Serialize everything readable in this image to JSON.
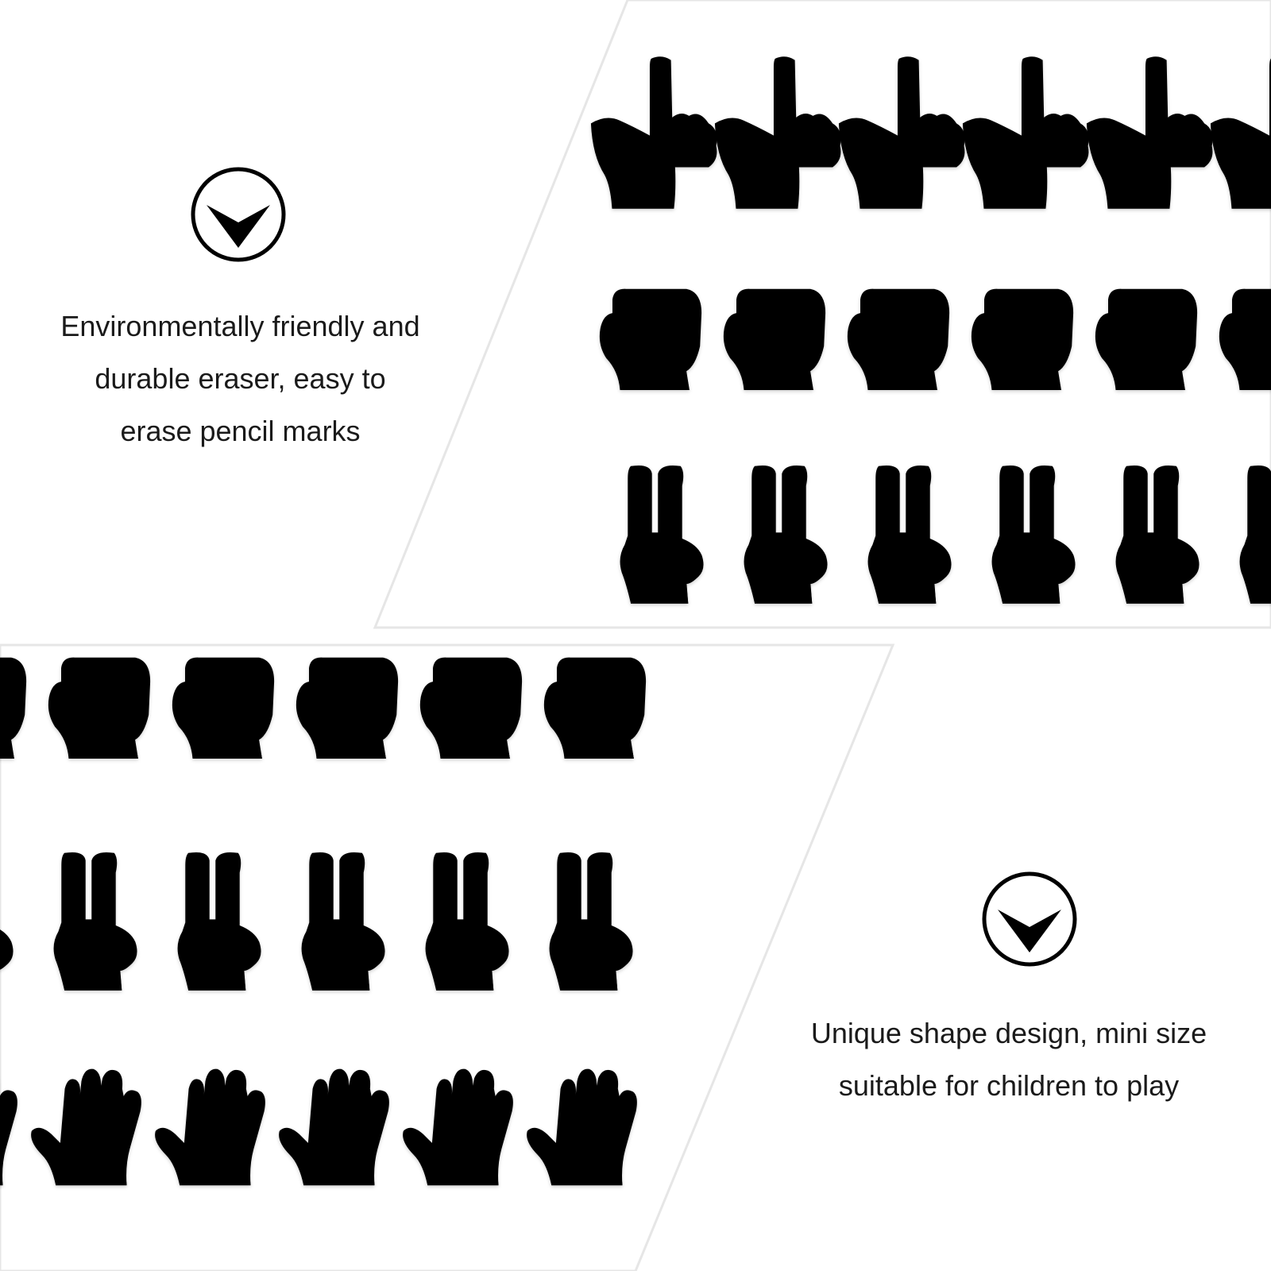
{
  "panels": {
    "top": {
      "caption_lines": [
        "Environmentally friendly and",
        "durable eraser, easy to",
        "erase pencil marks"
      ],
      "icon": "down-arrow-circle-icon",
      "rows": [
        {
          "shape": "pointing-finger",
          "color": "#7cbd3c",
          "count": 6
        },
        {
          "shape": "fist",
          "color": "#2ea3d6",
          "count": 6
        },
        {
          "shape": "peace-sign",
          "color": "#d8231d",
          "count": 6
        }
      ]
    },
    "bottom": {
      "caption_lines": [
        "Unique shape design, mini size",
        "suitable for children to play"
      ],
      "icon": "down-arrow-circle-icon",
      "rows": [
        {
          "shape": "fist",
          "color": "#2ea3d6",
          "count": 6
        },
        {
          "shape": "peace-sign",
          "color": "#d8231d",
          "count": 6
        },
        {
          "shape": "open-palm",
          "color": "#f2c62c",
          "count": 6
        }
      ]
    }
  },
  "colors": {
    "panel_edge": "#e6e6e6",
    "icon": "#000000"
  }
}
